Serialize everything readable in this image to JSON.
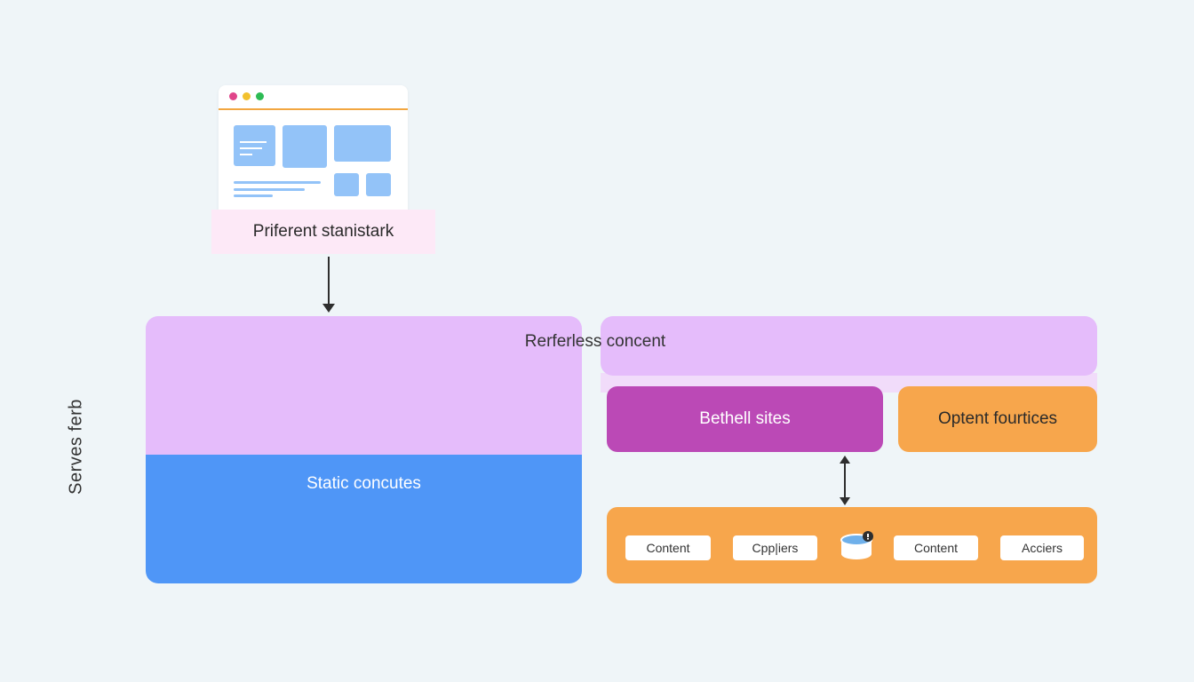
{
  "diagram": {
    "side_label": "Serves ferb",
    "browser": {
      "caption": "Priferent stanistark",
      "dot_colors": [
        "#e0458a",
        "#f2c12e",
        "#2dbb54"
      ]
    },
    "left_panel": {
      "bottom_label": "Static concutes"
    },
    "right_panel": {
      "header": "Rerferless concent",
      "primary_box": "Bethell sites",
      "secondary_box": "Optent fourtices",
      "pills": [
        "Content",
        "Cpp|iers",
        "Content",
        "Acciers"
      ],
      "storage_icon": "database-icon"
    },
    "colors": {
      "lavender": "#e5bcfb",
      "blue": "#4f96f7",
      "magenta": "#bb49b6",
      "orange": "#f7a64c",
      "pink_label": "#fde9f7",
      "background": "#eff5f8"
    }
  }
}
